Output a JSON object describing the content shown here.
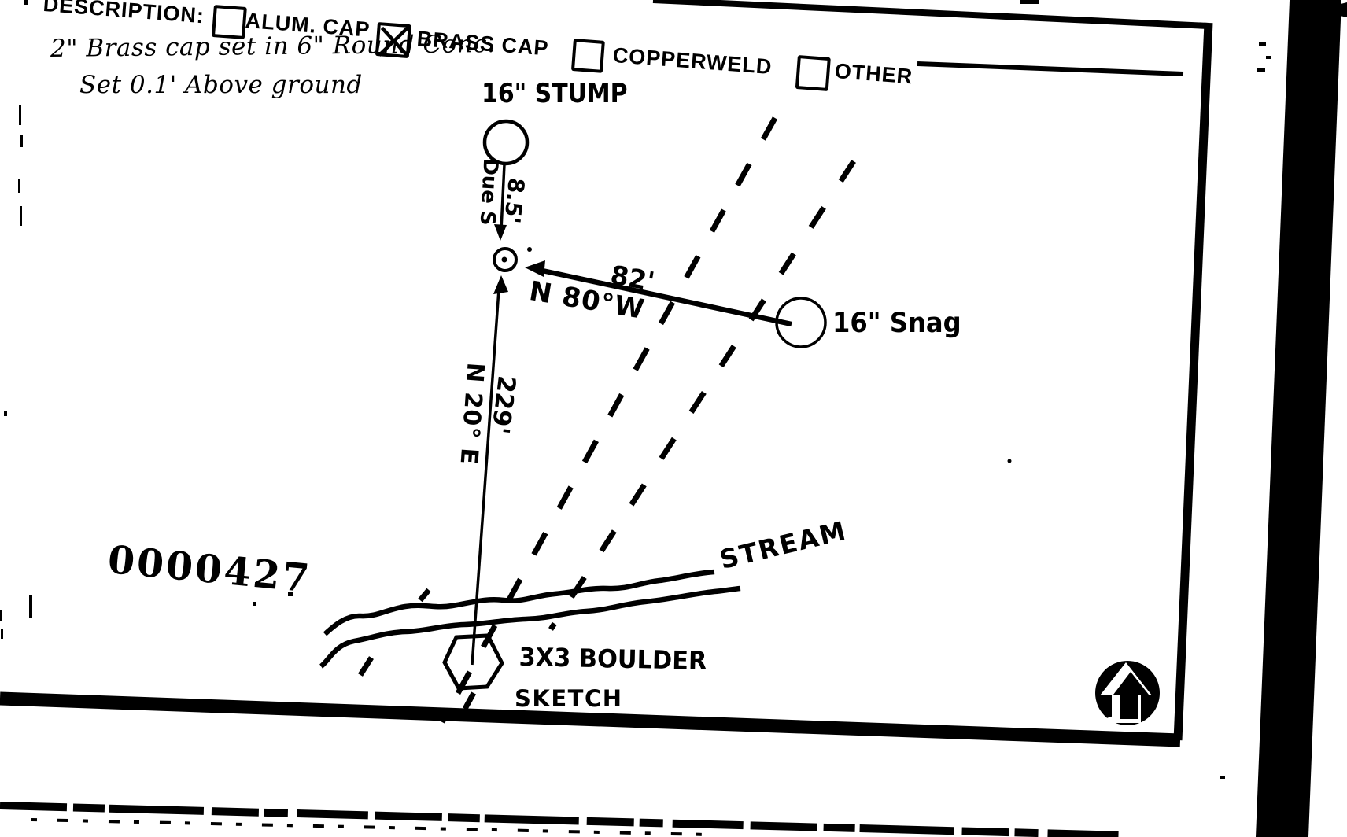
{
  "form": {
    "description_label": "DESCRIPTION:",
    "options": [
      {
        "label": "ALUM. CAP",
        "checked": false
      },
      {
        "label": "BRASS CAP",
        "checked": true
      },
      {
        "label": "COPPERWELD",
        "checked": false
      },
      {
        "label": "OTHER",
        "checked": false
      }
    ],
    "other_value": "",
    "notes": [
      "2\" Brass cap set in 6\" Round Conc.",
      "Set 0.1' Above ground"
    ]
  },
  "sketch": {
    "stamp_number": "0000427",
    "sketch_caption": "SKETCH",
    "stream_label": "STREAM",
    "monuments": {
      "stump": {
        "label": "16\" STUMP",
        "bearing": "Due S",
        "distance": "8.5'"
      },
      "snag": {
        "label": "16\" Snag",
        "bearing": "N 80°W",
        "distance": "82'"
      },
      "boulder": {
        "label": "3X3 BOULDER",
        "bearing": "N 20° E",
        "distance": "229'"
      }
    },
    "north_arrow_icon": "north-arrow"
  },
  "colors": {
    "ink": "#000000",
    "paper": "#ffffff"
  }
}
